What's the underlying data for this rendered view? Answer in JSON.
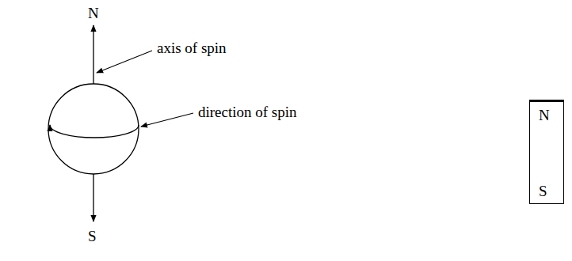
{
  "diagram": {
    "nodes": [
      {
        "text": [
          "N",
          "S"
        ]
      }
    ],
    "labels": [
      "N",
      "axis of spin",
      "direction of spin",
      "S"
    ]
  }
}
